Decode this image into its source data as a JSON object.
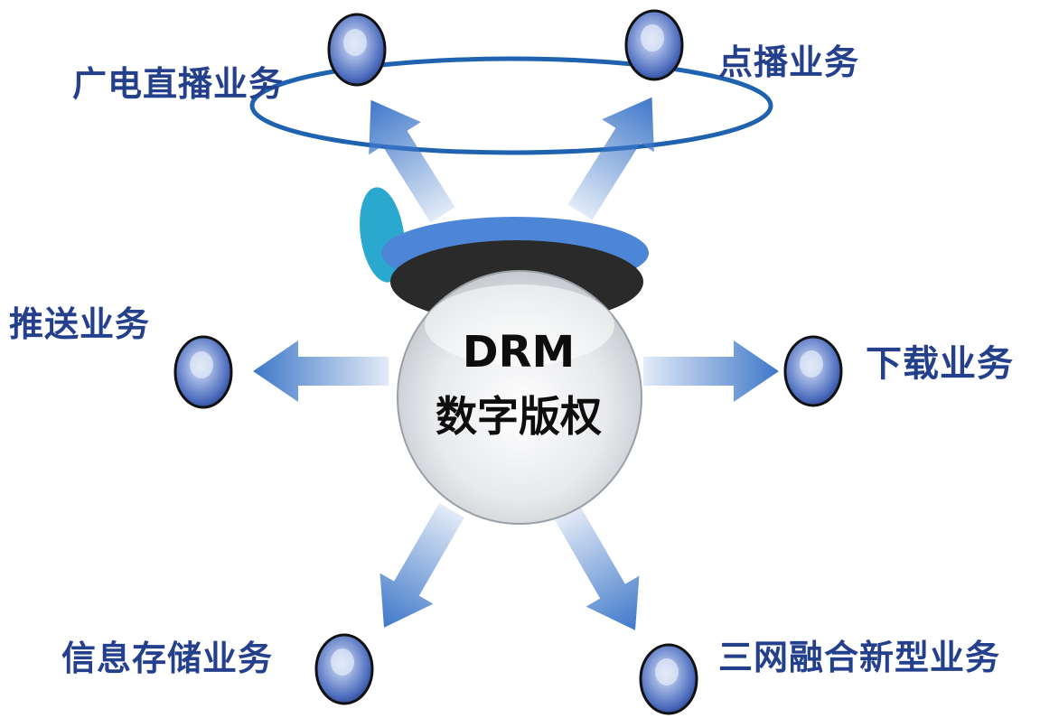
{
  "center": {
    "line1": "DRM",
    "line2": "数字版权"
  },
  "services": {
    "broadcast": "广电直播业务",
    "vod": "点播业务",
    "push": "推送业务",
    "download": "下载业务",
    "storage": "信息存储业务",
    "convergence": "三网融合新型业务"
  },
  "colors": {
    "label": "#24408c",
    "arrow": "#3f78c9",
    "ring": "#1f62b0",
    "node": "#4f6fbf",
    "accent_teal": "#2ba8cf"
  }
}
